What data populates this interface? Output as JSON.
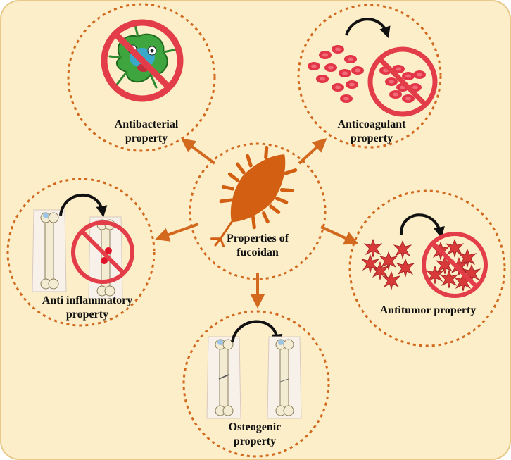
{
  "colors": {
    "background": "#fbeec8",
    "border": "#e7c98a",
    "dashed_circle": "#d2691e",
    "arrow": "#d2691e",
    "seaweed": "#d35f13",
    "prohibit": "#e33d4a",
    "blood": "#e23648",
    "tumor": "#d83a3a",
    "bone": "#f4ecd2"
  },
  "center": {
    "label_line1": "Properties of",
    "label_line2": "fucoidan",
    "icon": "seaweed-icon"
  },
  "nodes": [
    {
      "id": "antibacterial",
      "line1": "Antibacterial",
      "line2": "property",
      "icon": "bacteria-prohibited-icon"
    },
    {
      "id": "anticoagulant",
      "line1": "Anticoagulant",
      "line2": "property",
      "icon": "blood-cells-prohibited-icon"
    },
    {
      "id": "anti-inflammatory",
      "line1": "Anti inflammatory",
      "line2": "property",
      "icon": "injured-bone-prohibited-icon"
    },
    {
      "id": "antitumor",
      "line1": "Antitumor property",
      "line2": "",
      "icon": "tumor-cells-prohibited-icon"
    },
    {
      "id": "osteogenic",
      "line1": "Osteogenic",
      "line2": "property",
      "icon": "bone-healing-icon"
    }
  ]
}
